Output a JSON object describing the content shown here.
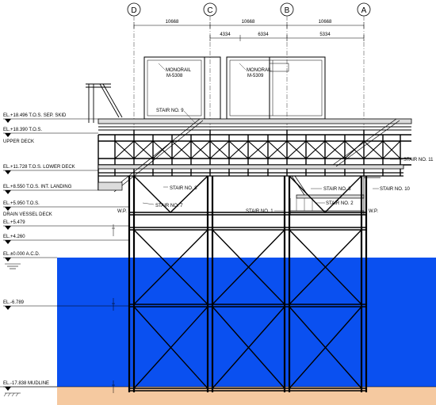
{
  "gridlines": [
    {
      "id": "grid-D",
      "label": "D"
    },
    {
      "id": "grid-C",
      "label": "C"
    },
    {
      "id": "grid-B",
      "label": "B"
    },
    {
      "id": "grid-A",
      "label": "A"
    }
  ],
  "dimensions": {
    "top_dc": "10668",
    "top_cb": "10668",
    "top_ba": "10668",
    "sub_1": "4334",
    "sub_2": "6334",
    "sub_3": "5334"
  },
  "elevations": {
    "el_18496": "EL.+18.496 T.O.S. SEP. SKID",
    "el_18390": "EL.+18.390 T.O.S.",
    "upper_deck": "UPPER DECK",
    "el_11728": "EL.+11.728 T.O.S. LOWER DECK",
    "el_8550": "EL.+8.550 T.O.S. INT. LANDING",
    "el_5950": "EL.+5.950 T.O.S.",
    "drain_vessel": "DRAIN VESSEL DECK",
    "el_5479": "EL.+5.479",
    "el_4260": "EL.+4.260",
    "el_0000": "EL.±0.000 A.C.D.",
    "el_6789": "EL.-6.789",
    "el_17838": "EL.-17.838 MUDLINE"
  },
  "monorails": {
    "m5308_line1": "MONORAIL",
    "m5308_line2": "M-5308",
    "m5309_line1": "MONORAIL",
    "m5309_line2": "M-5309"
  },
  "stairs": {
    "s1": "STAIR NO. 1",
    "s2": "STAIR NO. 2",
    "s3": "STAIR NO. 3",
    "s7": "STAIR NO. 7",
    "s8": "STAIR NO. 8",
    "s9": "STAIR NO. 9",
    "s10": "STAIR NO. 10",
    "s11": "STAIR NO. 11"
  },
  "wp": {
    "left": "W.P.",
    "right": "W.P."
  },
  "colors": {
    "water": "#0a50f0",
    "seabed": "#f5c9a0",
    "steel": "#1a1a1a",
    "deck_fill": "#dcdcdc"
  }
}
